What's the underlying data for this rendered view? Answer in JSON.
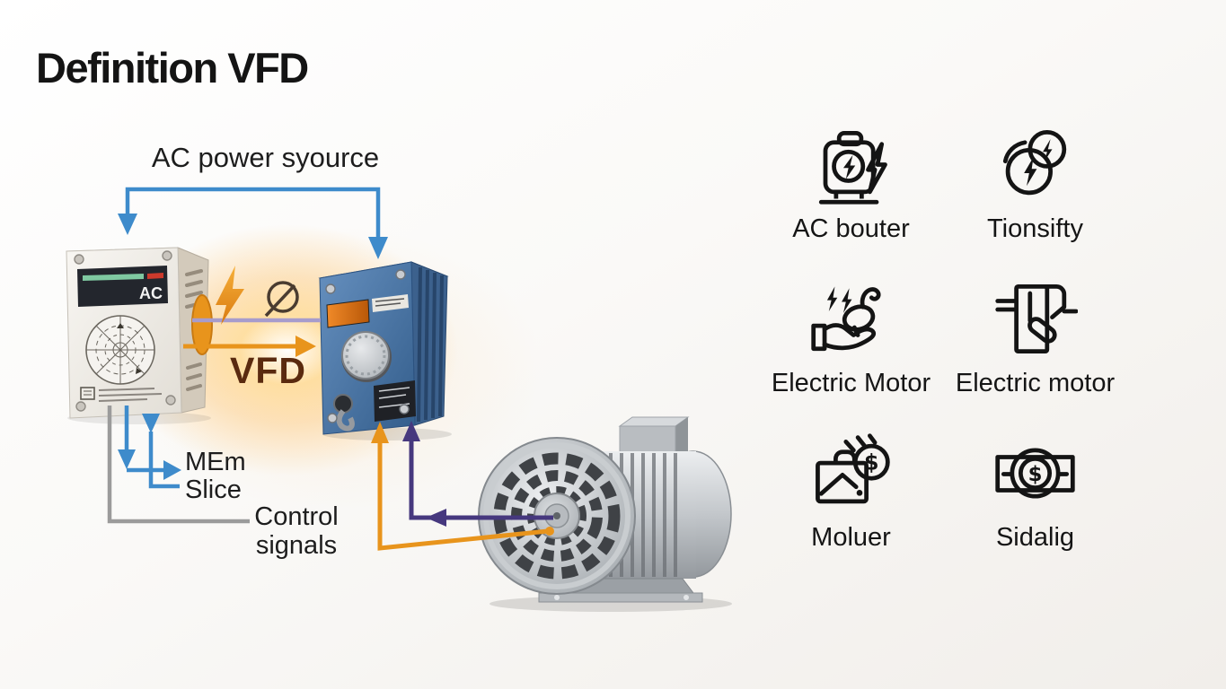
{
  "title": "Definition VFD",
  "diagram": {
    "source_label": "AC power syource",
    "ac_box": {
      "display_label": "AC"
    },
    "vfd_label": "VFD",
    "feedback_label_line1": "MEm",
    "feedback_label_line2": "Slice",
    "control_label_line1": "Control",
    "control_label_line2": "signals"
  },
  "legend": {
    "currency_symbol": "$",
    "items": [
      {
        "icon": "power-case-bolt-icon",
        "label": "AC bouter"
      },
      {
        "icon": "double-bolt-circles-icon",
        "label": "Tionsifty"
      },
      {
        "icon": "hand-holding-motor-icon",
        "label": "Electric Motor"
      },
      {
        "icon": "motor-device-icon",
        "label": "Electric motor"
      },
      {
        "icon": "briefcase-dollar-icon",
        "label": "Moluer"
      },
      {
        "icon": "banknote-dollar-icon",
        "label": "Sidalig"
      }
    ]
  },
  "colors": {
    "accent_blue": "#3e8bcb",
    "accent_orange": "#e8941c",
    "accent_purple": "#46387e",
    "link_lavender": "#a79ccc",
    "line_gray": "#9b9b9b",
    "vfd_text_brown": "#5a2a0f"
  }
}
